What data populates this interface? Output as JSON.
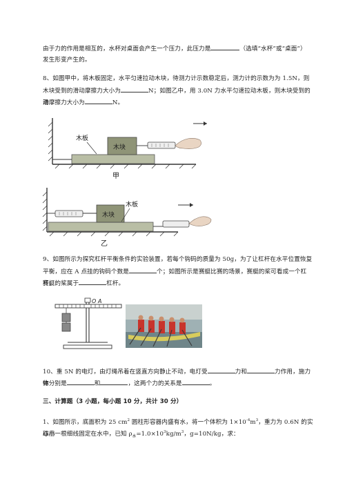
{
  "para_top": {
    "line1_a": "由于力的作用是相互的，水杯对桌面会产生一个压力，此压力是",
    "line1_b": "（选填“水杯”或“桌面”）",
    "line2": "发生形变产生的。"
  },
  "q8": {
    "line1": "8、如图甲中，将木板固定，水平匀速拉动木块，待测力计示数稳定后，测力计的示数为为 1.5N，则",
    "line2_a": "木块受到的滑动摩擦力大小为",
    "line2_b": "N；如图乙中，用 3.0N 力水平匀速拉动木板，则木块受到的滑",
    "line3_a": "动摩擦力大小为",
    "line3_b": "N。"
  },
  "fig_jia": {
    "board_label": "木板",
    "block_label": "木块",
    "caption": "甲"
  },
  "fig_yi": {
    "board_label": "木板",
    "block_label": "木块",
    "caption": "乙"
  },
  "q9": {
    "line1": "9、如图所示为探究杠杆平衡条件的实验装置，若每个钩码的质量为 50g，为了让杠杆在水平位置恢复",
    "line2_a": "平衡，应在 A 点挂的钩码个数是",
    "line2_b": "个；如图所示是赛艇比赛的场景，赛艇的桨可看成一个杠杆，",
    "line3_a": "赛艇的桨属于",
    "line3_b": "杠杆。"
  },
  "fig_lever": {
    "label_o": "O",
    "label_a": "A"
  },
  "q10": {
    "line1_a": "10、重 5N 的电灯，由灯绳吊着在竖直方向静止不动，电灯受",
    "line1_b": "力和",
    "line1_c": "力作用，施力物",
    "line2_a": "体分别是",
    "line2_b": "和",
    "line2_c": "，这两个力的关系是",
    "line2_d": "。"
  },
  "section3": {
    "title": "三、计算题（3 小题，每小题 10 分，共计 30 分）"
  },
  "calc1": {
    "line1_a": "1、如图所示，底面积为 25 cm",
    "line1_sup1": "2",
    "line1_b": " 圆柱形容器内盛有水，将一个体积为 1×10",
    "line1_sup2": "-4",
    "line1_c": "m",
    "line1_sup3": "3",
    "line1_d": "，重力为 0.6N 的实心小",
    "line2_a": "球用一根细线固定在水中，已知 ρ",
    "line2_sub": "水",
    "line2_b": "=1.0×10",
    "line2_sup1": "3",
    "line2_c": "kg/m",
    "line2_sup2": "3",
    "line2_d": "，g=10N/kg，求："
  }
}
